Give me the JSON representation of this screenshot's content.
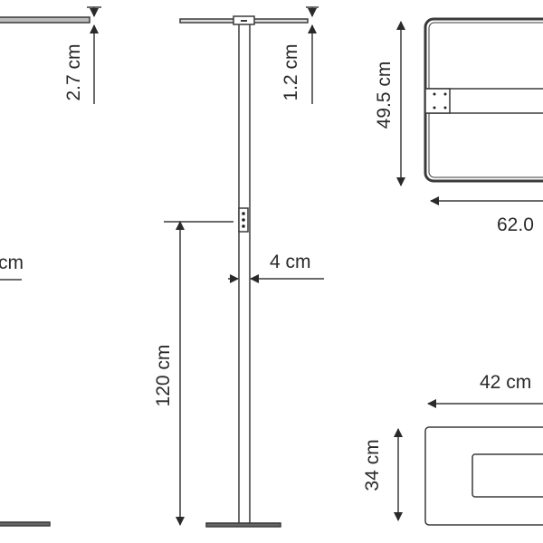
{
  "diagram": {
    "line_color": "#3a3a3a",
    "labels": {
      "head_thickness_side": "2.7 cm",
      "head_thickness_front": "1.2 cm",
      "width_partial": "cm",
      "pole_width": "4 cm",
      "switch_height": "120 cm",
      "head_depth": "49.5 cm",
      "head_width": "62.0",
      "base_width": "42 cm",
      "base_depth": "34 cm"
    }
  }
}
